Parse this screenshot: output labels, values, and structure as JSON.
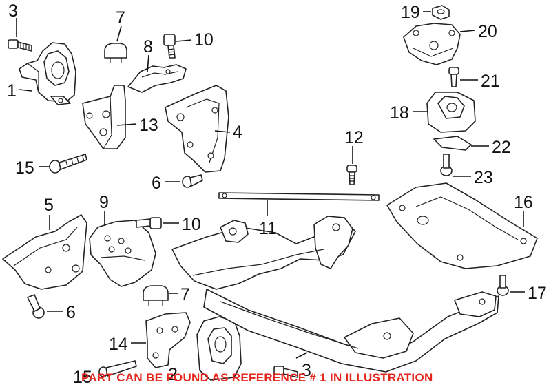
{
  "diagram": {
    "callouts": [
      {
        "id": "c3a",
        "label": "3"
      },
      {
        "id": "c1",
        "label": "1"
      },
      {
        "id": "c7a",
        "label": "7"
      },
      {
        "id": "c8",
        "label": "8"
      },
      {
        "id": "c10a",
        "label": "10"
      },
      {
        "id": "c13",
        "label": "13"
      },
      {
        "id": "c4",
        "label": "4"
      },
      {
        "id": "c15a",
        "label": "15"
      },
      {
        "id": "c6a",
        "label": "6"
      },
      {
        "id": "c12",
        "label": "12"
      },
      {
        "id": "c11",
        "label": "11"
      },
      {
        "id": "c5",
        "label": "5"
      },
      {
        "id": "c9",
        "label": "9"
      },
      {
        "id": "c10b",
        "label": "10"
      },
      {
        "id": "c6b",
        "label": "6"
      },
      {
        "id": "c7b",
        "label": "7"
      },
      {
        "id": "c14",
        "label": "14"
      },
      {
        "id": "c15b",
        "label": "15"
      },
      {
        "id": "c2",
        "label": "2"
      },
      {
        "id": "c3b",
        "label": "3"
      },
      {
        "id": "c19",
        "label": "19"
      },
      {
        "id": "c20",
        "label": "20"
      },
      {
        "id": "c21",
        "label": "21"
      },
      {
        "id": "c18",
        "label": "18"
      },
      {
        "id": "c22",
        "label": "22"
      },
      {
        "id": "c23",
        "label": "23"
      },
      {
        "id": "c16",
        "label": "16"
      },
      {
        "id": "c17",
        "label": "17"
      }
    ],
    "notice": "PART CAN BE FOUND AS REFERENCE # 1 IN ILLUSTRATION",
    "notice_color": "#e3251b"
  }
}
